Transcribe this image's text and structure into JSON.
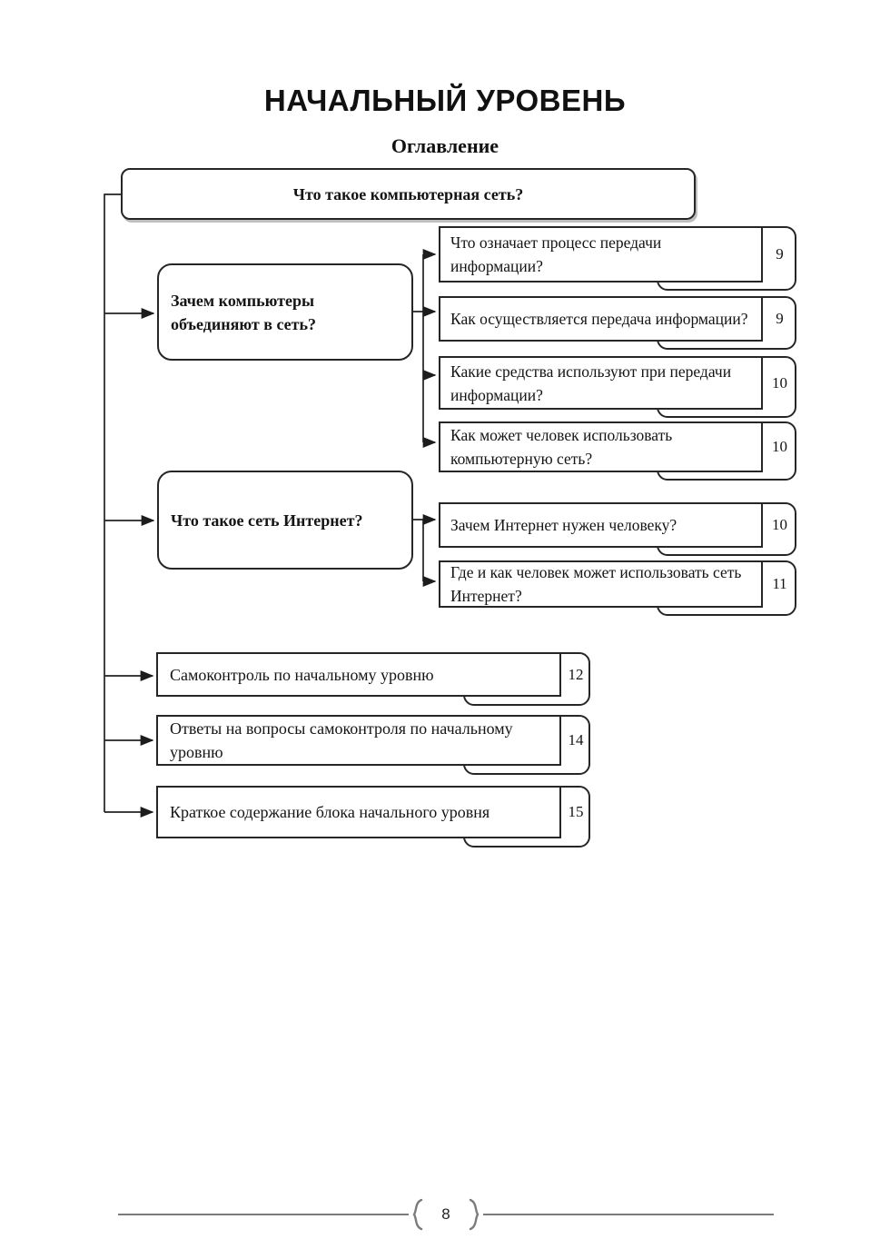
{
  "page": {
    "title": "НАЧАЛЬНЫЙ УРОВЕНЬ",
    "subtitle": "Оглавление",
    "footer_page_number": "8"
  },
  "toc": {
    "root_question": "Что такое компьютерная сеть?",
    "group1": {
      "question": "Зачем компьютеры\nобъединяют в сеть?",
      "items": [
        {
          "text": "Что означает процесс передачи\nинформации?",
          "page": "9"
        },
        {
          "text": "Как осуществляется передача информации?",
          "page": "9"
        },
        {
          "text": "Какие средства используют при передачи\nинформации?",
          "page": "10"
        },
        {
          "text": "Как может человек использовать\nкомпьютерную сеть?",
          "page": "10"
        }
      ]
    },
    "group2": {
      "question": "Что такое сеть Интернет?",
      "items": [
        {
          "text": "Зачем Интернет нужен человеку?",
          "page": "10"
        },
        {
          "text": "Где и как человек может использовать сеть\nИнтернет?",
          "page": "11"
        }
      ]
    },
    "footer_items": [
      {
        "text": "Самоконтроль по начальному уровню",
        "page": "12"
      },
      {
        "text": "Ответы на вопросы самоконтроля по начальному\nуровню",
        "page": "14"
      },
      {
        "text": "Краткое содержание блока начального уровня",
        "page": "15"
      }
    ]
  },
  "colors": {
    "box_border": "#262626",
    "connector_line": "#222222",
    "footer_rule": "#7b7b7b",
    "text": "#141414"
  }
}
